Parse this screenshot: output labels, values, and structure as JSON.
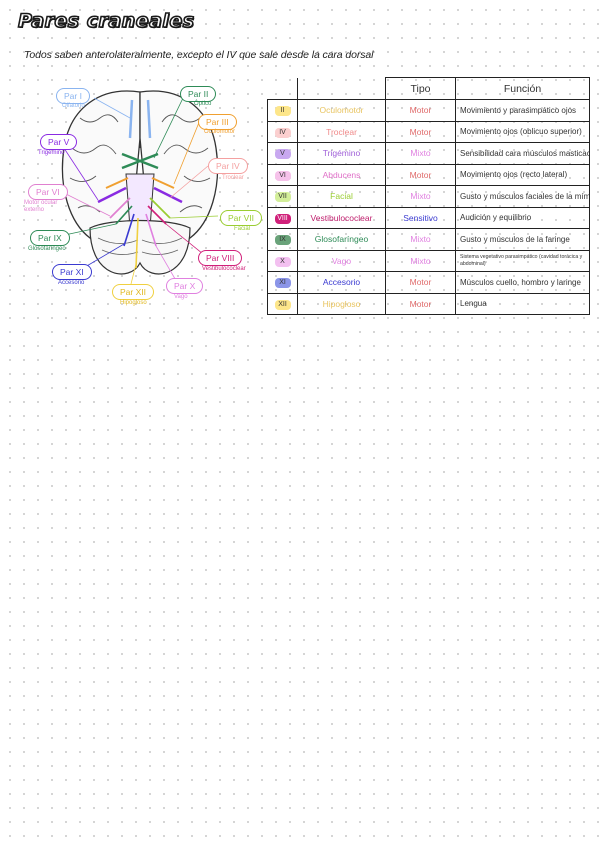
{
  "title": "Pares craneales",
  "subtitle": "Todos saben anterolateralmente, excepto el IV que sale desde la cara dorsal",
  "figure_labels": [
    {
      "id": "par-i",
      "pill": "Par I",
      "sub": "Olfatorio",
      "color": "#8ab4f0"
    },
    {
      "id": "par-ii",
      "pill": "Par II",
      "sub": "Óptico",
      "color": "#2e8b57"
    },
    {
      "id": "par-iii",
      "pill": "Par III",
      "sub": "Oculomotor",
      "color": "#f0a030"
    },
    {
      "id": "par-v",
      "pill": "Par V",
      "sub": "Trigémino",
      "color": "#8a2be2"
    },
    {
      "id": "par-iv",
      "pill": "Par IV",
      "sub": "Troclear",
      "color": "#f4a0a0"
    },
    {
      "id": "par-vi",
      "pill": "Par VI",
      "sub": "Motor ocular externo",
      "color": "#e080d0"
    },
    {
      "id": "par-vii",
      "pill": "Par VII",
      "sub": "Facial",
      "color": "#9acd32"
    },
    {
      "id": "par-ix",
      "pill": "Par IX",
      "sub": "Glosofaríngeo",
      "color": "#2e8b57"
    },
    {
      "id": "par-viii",
      "pill": "Par VIII",
      "sub": "Vestibulococlear",
      "color": "#d0207a"
    },
    {
      "id": "par-xi",
      "pill": "Par XI",
      "sub": "Accesorio",
      "color": "#3a3ad0"
    },
    {
      "id": "par-xii",
      "pill": "Par XII",
      "sub": "Hipogloso",
      "color": "#f0d040"
    },
    {
      "id": "par-x",
      "pill": "Par X",
      "sub": "Vago",
      "color": "#e080e0"
    }
  ],
  "table": {
    "headers": {
      "tipo": "Tipo",
      "funcion": "Función"
    },
    "rows": [
      {
        "num": "II",
        "name": "Oculomotor",
        "type": "Motor",
        "func": "Movimiento y parasimpático ojos",
        "chip": "#fde68a",
        "name_color": "#e8c460",
        "type_color": "#e06b6b"
      },
      {
        "num": "IV",
        "name": "Troclear",
        "type": "Motor",
        "func": "Movimiento ojos (oblicuo superior)",
        "chip": "#fbcfcf",
        "name_color": "#f08a8a",
        "type_color": "#e06b6b"
      },
      {
        "num": "V",
        "name": "Trigémino",
        "type": "Mixto",
        "func": "Sensibilidad cara músculos masticación",
        "chip": "#c8a8f0",
        "name_color": "#a060d8",
        "type_color": "#e080e0"
      },
      {
        "num": "VI",
        "name": "Abducens",
        "type": "Motor",
        "func": "Movimiento ojos (recto lateral)",
        "chip": "#f6c2ea",
        "name_color": "#e070c8",
        "type_color": "#e06b6b"
      },
      {
        "num": "VII",
        "name": "Facial",
        "type": "Mixto",
        "func": "Gusto y músculos faciales de la mímica",
        "chip": "#d3ee9a",
        "name_color": "#9acd32",
        "type_color": "#e080e0"
      },
      {
        "num": "VIII",
        "name": "Vestibulococlear",
        "type": "Sensitivo",
        "func": "Audición y equilibrio",
        "chip": "#d0207a",
        "name_color": "#c0206e",
        "type_color": "#3a3ad0"
      },
      {
        "num": "IX",
        "name": "Glosofaríngeo",
        "type": "Mixto",
        "func": "Gusto y músculos de la faringe",
        "chip": "#6aa37a",
        "name_color": "#2e8b57",
        "type_color": "#e080e0"
      },
      {
        "num": "X",
        "name": "Vago",
        "type": "Mixto",
        "func": "Sistema vegetativo parasimpático (cavidad torácica y abdominal)",
        "chip": "#f3c0f0",
        "name_color": "#e080e0",
        "type_color": "#e080e0"
      },
      {
        "num": "XI",
        "name": "Accesorio",
        "type": "Motor",
        "func": "Músculos cuello, hombro y laringe",
        "chip": "#8b95e8",
        "name_color": "#3a3ad0",
        "type_color": "#e06b6b"
      },
      {
        "num": "XII",
        "name": "Hipogloso",
        "type": "Motor",
        "func": "Lengua",
        "chip": "#fde68a",
        "name_color": "#e8c460",
        "type_color": "#e06b6b"
      }
    ]
  }
}
